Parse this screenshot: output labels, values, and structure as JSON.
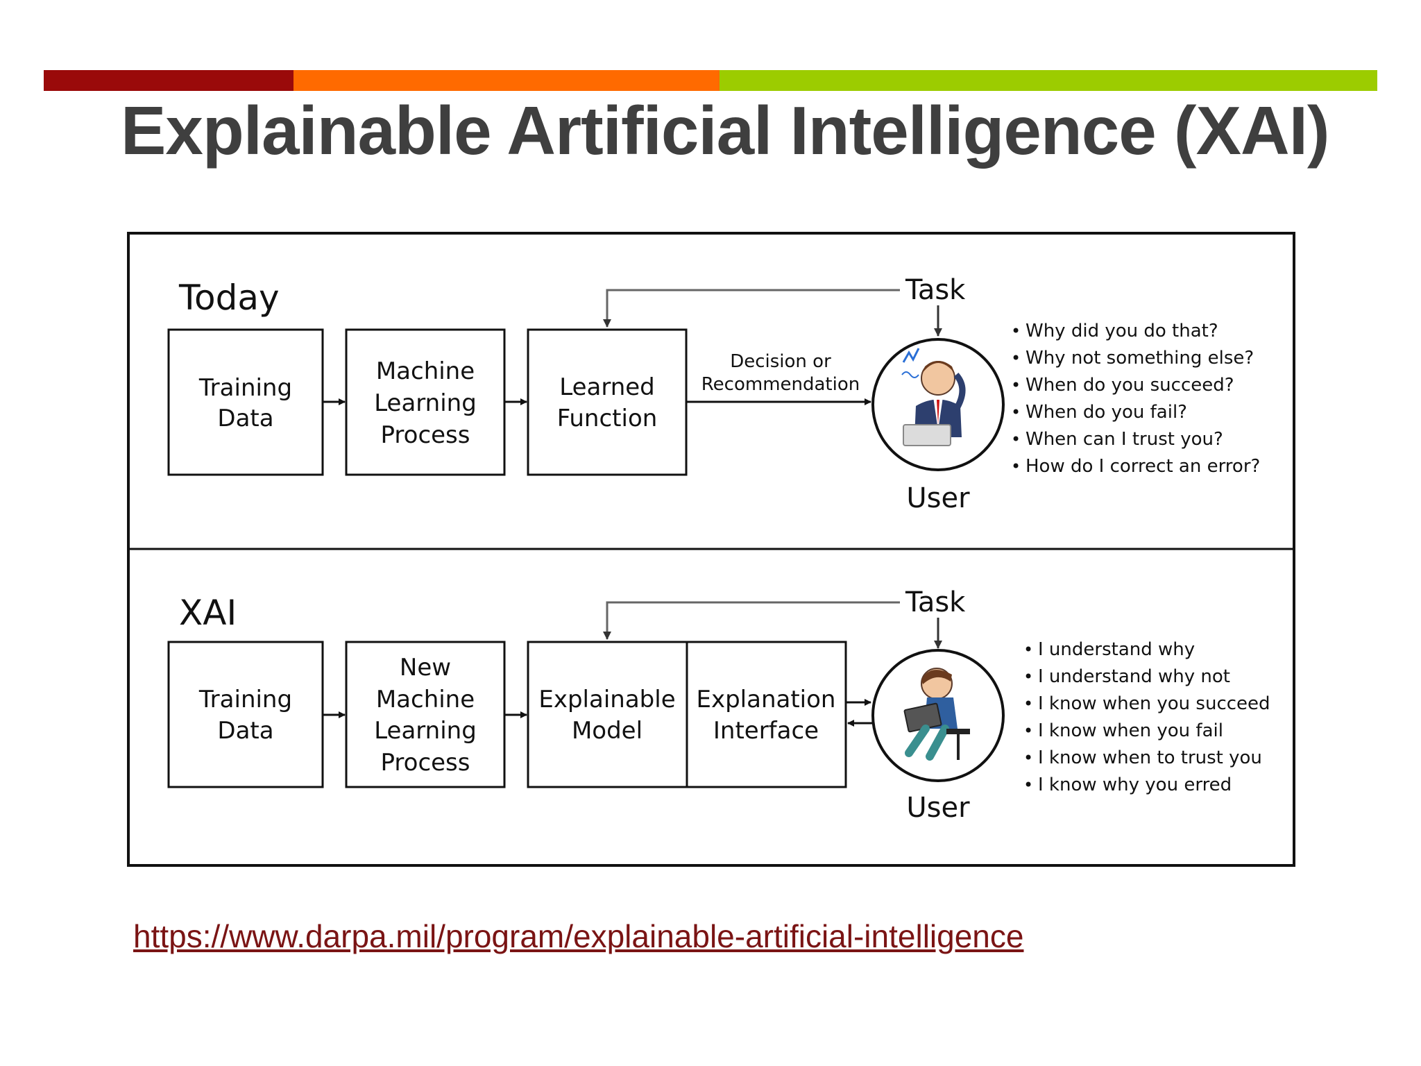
{
  "colors": {
    "bar_red": "#9a0a0a",
    "bar_orange": "#ff6a00",
    "bar_green": "#9ccc00",
    "title": "#3f3f3f",
    "link": "#7a1414"
  },
  "slide": {
    "title": "Explainable Artificial Intelligence (XAI)",
    "link": "https://www.darpa.mil/program/explainable-artificial-intelligence"
  },
  "today": {
    "heading": "Today",
    "boxes": [
      {
        "lines": [
          "Training",
          "Data"
        ]
      },
      {
        "lines": [
          "Machine",
          "Learning",
          "Process"
        ]
      },
      {
        "lines": [
          "Learned",
          "Function"
        ]
      }
    ],
    "arrow_label": [
      "Decision or",
      "Recommendation"
    ],
    "task": "Task",
    "user": "User",
    "user_icon": "confused-user-icon",
    "questions": [
      "Why did you do that?",
      "Why not something else?",
      "When do you succeed?",
      "When do you fail?",
      "When can I trust you?",
      "How do I correct an error?"
    ]
  },
  "xai": {
    "heading": "XAI",
    "boxes": [
      {
        "lines": [
          "Training",
          "Data"
        ]
      },
      {
        "lines": [
          "New",
          "Machine",
          "Learning",
          "Process"
        ]
      },
      {
        "lines": [
          "Explainable",
          "Model"
        ]
      },
      {
        "lines": [
          "Explanation",
          "Interface"
        ]
      }
    ],
    "task": "Task",
    "user": "User",
    "user_icon": "satisfied-user-icon",
    "statements": [
      "I understand why",
      "I understand why not",
      "I know when you succeed",
      "I know when you fail",
      "I know when to trust you",
      "I know why you erred"
    ]
  }
}
